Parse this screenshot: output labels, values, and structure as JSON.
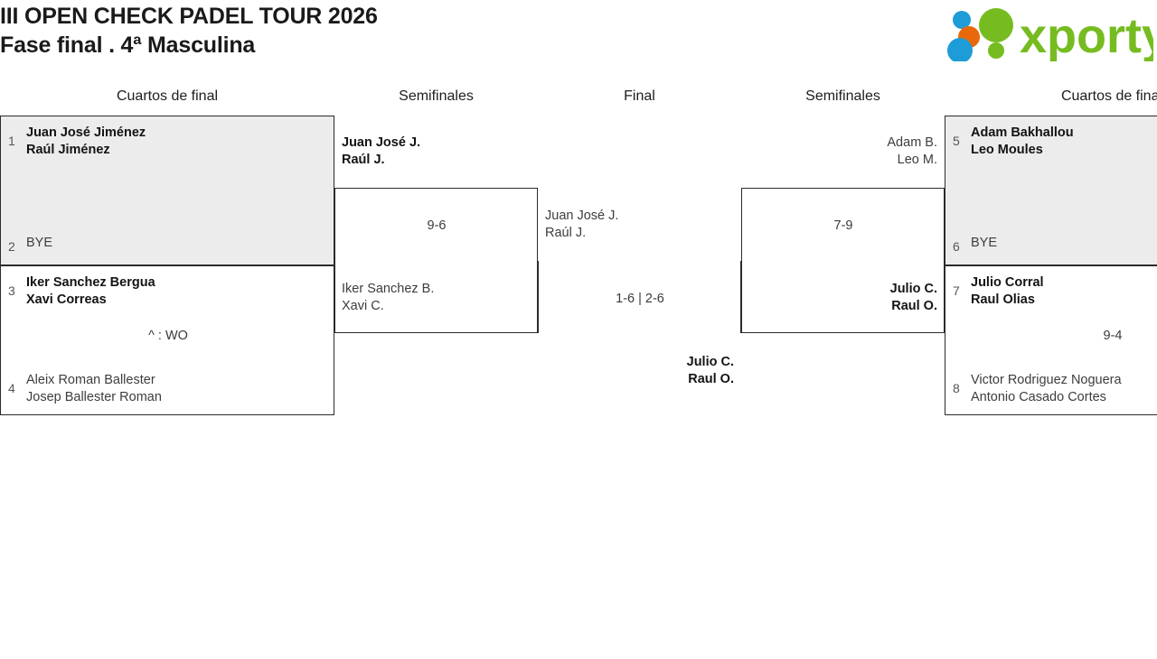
{
  "header": {
    "title_line1": "III OPEN CHECK PADEL TOUR 2026",
    "title_line2": "Fase final . 4ª Masculina",
    "logo_text": "xporty",
    "logo_colors": {
      "green": "#76bc21",
      "blue": "#1e9cd7",
      "orange": "#e8690b"
    }
  },
  "rounds": {
    "qf_left": "Cuartos de final",
    "sf_left": "Semifinales",
    "final": "Final",
    "sf_right": "Semifinales",
    "qf_right": "Cuartos de final"
  },
  "bracket": {
    "qf": [
      {
        "id": "qf1",
        "side": "left",
        "highlight": true,
        "top": {
          "seed": "1",
          "player1": "Juan José Jiménez",
          "player2": "Raúl Jiménez",
          "winner": true
        },
        "bottom": {
          "seed": "2",
          "player1": "BYE",
          "player2": "",
          "winner": false
        },
        "score": ""
      },
      {
        "id": "qf2",
        "side": "left",
        "highlight": false,
        "top": {
          "seed": "3",
          "player1": "Iker Sanchez Bergua",
          "player2": "Xavi Correas",
          "winner": true
        },
        "bottom": {
          "seed": "4",
          "player1": "Aleix Roman Ballester",
          "player2": "Josep Ballester Roman",
          "winner": false
        },
        "score": "^ : WO"
      },
      {
        "id": "qf3",
        "side": "right",
        "highlight": true,
        "top": {
          "seed": "5",
          "player1": "Adam Bakhallou",
          "player2": "Leo Moules",
          "winner": true
        },
        "bottom": {
          "seed": "6",
          "player1": "BYE",
          "player2": "",
          "winner": false
        },
        "score": ""
      },
      {
        "id": "qf4",
        "side": "right",
        "highlight": false,
        "top": {
          "seed": "7",
          "player1": "Julio Corral",
          "player2": "Raul Olias",
          "winner": true
        },
        "bottom": {
          "seed": "8",
          "player1": "Victor Rodriguez Noguera",
          "player2": "Antonio Casado Cortes",
          "winner": false
        },
        "score": "9-4"
      }
    ],
    "sf": [
      {
        "id": "sf_left",
        "side": "left",
        "top": {
          "player1": "Juan José J.",
          "player2": "Raúl J.",
          "winner": true
        },
        "bottom": {
          "player1": "Iker Sanchez B.",
          "player2": "Xavi C.",
          "winner": false
        },
        "score": "9-6"
      },
      {
        "id": "sf_right",
        "side": "right",
        "top": {
          "player1": "Adam B.",
          "player2": "Leo M.",
          "winner": false
        },
        "bottom": {
          "player1": "Julio C.",
          "player2": "Raul O.",
          "winner": true
        },
        "score": "7-9"
      }
    ],
    "final": {
      "id": "final",
      "top": {
        "player1": "Juan José J.",
        "player2": "Raúl J.",
        "winner": false
      },
      "bottom": {
        "player1": "Julio C.",
        "player2": "Raul O.",
        "winner": true
      },
      "score": "1-6 | 2-6"
    }
  }
}
